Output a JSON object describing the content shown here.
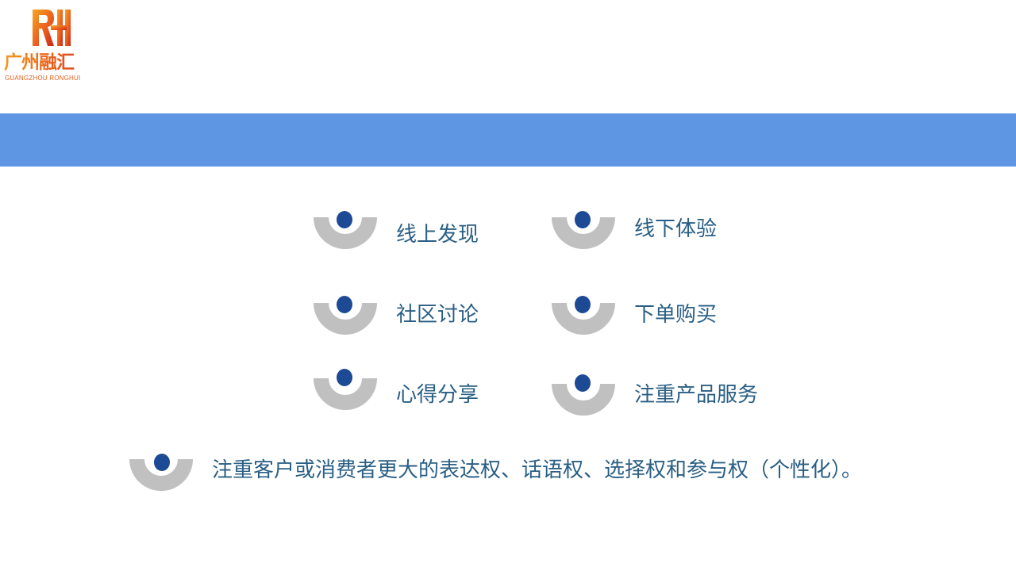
{
  "logo": {
    "mark": "RH",
    "name_cn": "广州融汇",
    "name_en": "GUANGZHOU RONGHUI",
    "gradient_colors": [
      "#f39a1f",
      "#d8321d"
    ]
  },
  "banner": {
    "color": "#5e96e4"
  },
  "colors": {
    "ring": "#c0c0c0",
    "dot": "#1c4a94",
    "text": "#2a5f85"
  },
  "items": [
    {
      "label": "线上发现",
      "icon": "half-ring-dot-icon"
    },
    {
      "label": "线下体验",
      "icon": "half-ring-dot-icon"
    },
    {
      "label": "社区讨论",
      "icon": "half-ring-dot-icon"
    },
    {
      "label": "下单购买",
      "icon": "half-ring-dot-icon"
    },
    {
      "label": "心得分享",
      "icon": "half-ring-dot-icon"
    },
    {
      "label": "注重产品服务",
      "icon": "half-ring-dot-icon"
    }
  ],
  "summary": {
    "label": "注重客户或消费者更大的表达权、话语权、选择权和参与权（个性化）。",
    "icon": "half-ring-dot-icon"
  }
}
